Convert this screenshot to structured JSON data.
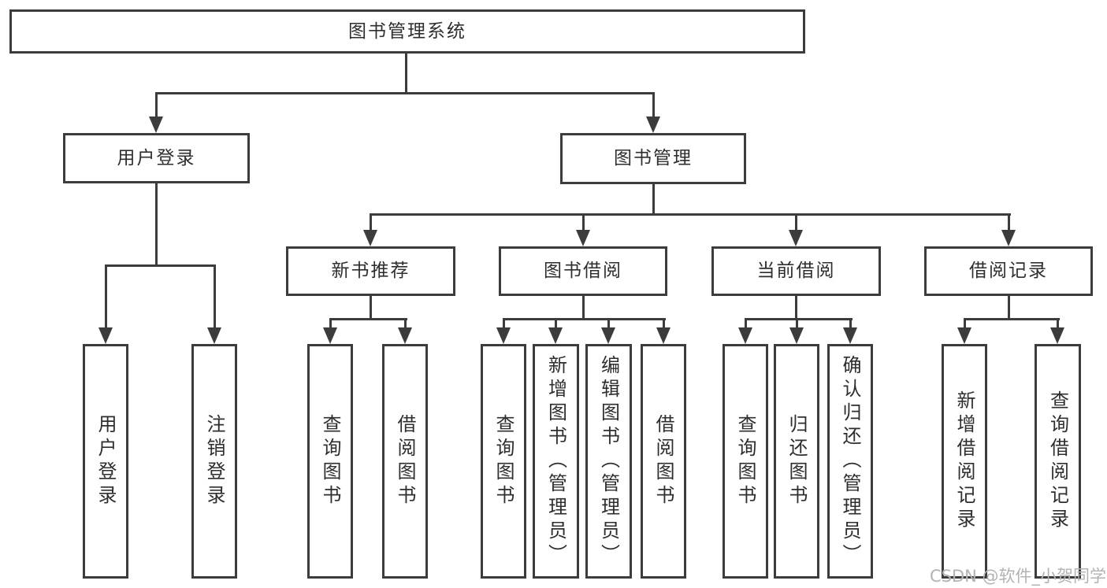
{
  "tree": {
    "root": {
      "label": "图书管理系统"
    },
    "branches": [
      {
        "label": "用户登录",
        "children": [
          {
            "label": "用户登录"
          },
          {
            "label": "注销登录"
          }
        ]
      },
      {
        "label": "图书管理",
        "children": [
          {
            "label": "新书推荐",
            "children": [
              {
                "label": "查询图书"
              },
              {
                "label": "借阅图书"
              }
            ]
          },
          {
            "label": "图书借阅",
            "children": [
              {
                "label": "查询图书"
              },
              {
                "label": "新增图书（管理员）"
              },
              {
                "label": "编辑图书（管理员）"
              },
              {
                "label": "借阅图书"
              }
            ]
          },
          {
            "label": "当前借阅",
            "children": [
              {
                "label": "查询图书"
              },
              {
                "label": "归还图书"
              },
              {
                "label": "确认归还（管理员）"
              }
            ]
          },
          {
            "label": "借阅记录",
            "children": [
              {
                "label": "新增借阅记录"
              },
              {
                "label": "查询借阅记录"
              }
            ]
          }
        ]
      }
    ]
  },
  "watermark": {
    "text": "CSDN @软件_小贺同学"
  },
  "colors": {
    "line": "#3c3c3c",
    "text": "#2e2e2e",
    "watermark": "#b3b3b3",
    "background": "#ffffff"
  }
}
